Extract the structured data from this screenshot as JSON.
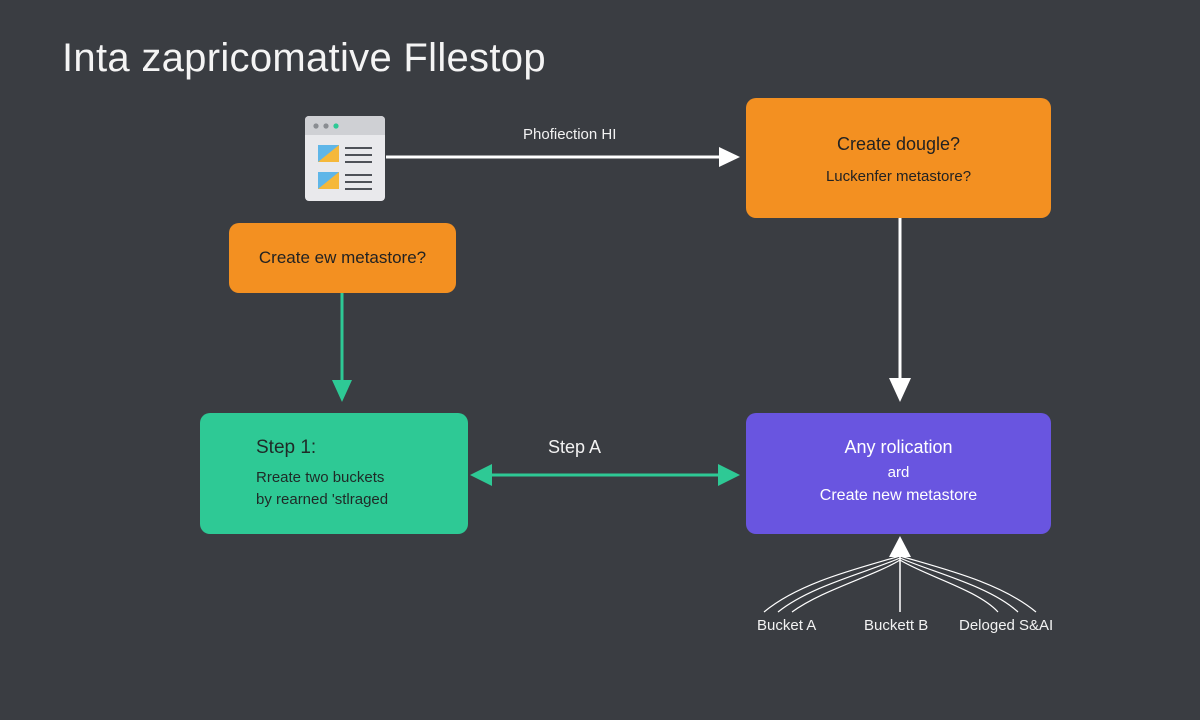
{
  "title": "Inta zapricomative Fllestop",
  "top_arrow_label": "Phofiection HI",
  "nodes": {
    "top_right": {
      "line1": "Create dougle?",
      "line2": "Luckenfer metastore?"
    },
    "left": {
      "label": "Create ew metastore?"
    },
    "step": {
      "title": "Step 1:",
      "line1": "Rreate two buckets",
      "line2": "by rearned 'stlraged"
    },
    "purple": {
      "line1": "Any rolication",
      "line2": "ard",
      "line3": "Create new metastore"
    }
  },
  "middle_arrow_label": "Step A",
  "bottom_labels": {
    "bucket_a": "Bucket A",
    "bucket_b": "Buckett B",
    "delogged": "Deloged S&AI"
  },
  "icons": {
    "document": "document-window-icon"
  },
  "colors": {
    "background": "#3a3d42",
    "orange": "#f39021",
    "green": "#2ec995",
    "purple": "#6955e0",
    "connector_white": "#ffffff",
    "connector_green": "#2ec995"
  }
}
